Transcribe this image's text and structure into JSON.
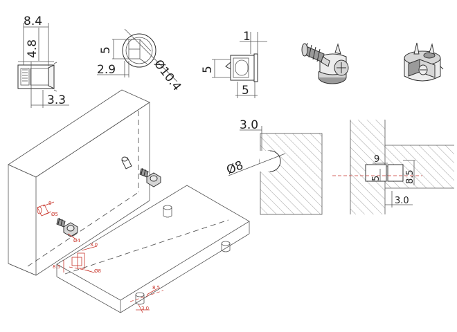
{
  "labels": {
    "side_width": "8.4",
    "side_height": "4.8",
    "side_depth": "3.3",
    "top_pin": "5",
    "top_offset": "2.9",
    "top_diameter": "Ø10.4",
    "front_top": "1",
    "front_height": "5",
    "front_width": "5",
    "section_depth": "3.0",
    "section_diameter": "Ø8",
    "joint_width": "9",
    "joint_pin": "5",
    "joint_height": "8.5",
    "joint_depth": "3.0",
    "iso_9": "9",
    "iso_d5": "Ø5",
    "iso_d4": "Ø4",
    "iso_30a": "3.0",
    "iso_85a": "8.5",
    "iso_d8": "Ø8",
    "iso_85b": "8.5",
    "iso_30b": "3.0"
  },
  "colors": {
    "line": "#2b2b2b",
    "accent": "#c9352b",
    "hatch": "#777777",
    "part_fill": "#d6d6d6"
  }
}
